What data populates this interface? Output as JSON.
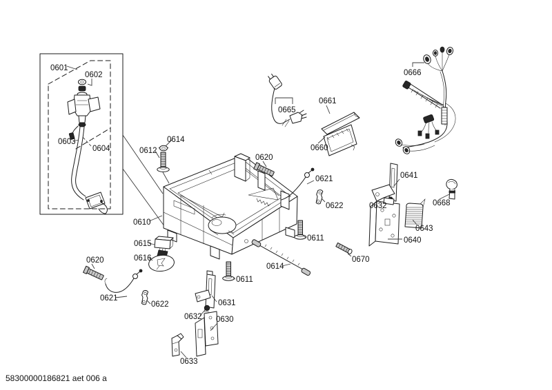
{
  "page": {
    "background": "#ffffff",
    "line_color": "#1a1a1a",
    "footer_code": "58300000186821 aet 006 a"
  },
  "labels": [
    "0601",
    "0602",
    "0603",
    "0604",
    "0614",
    "0612",
    "0665",
    "0661",
    "0660",
    "0666",
    "0620",
    "0621",
    "0622",
    "0641",
    "0668",
    "0632",
    "0643",
    "0640",
    "0610",
    "0611",
    "0615",
    "0616",
    "0670",
    "0614",
    "0620",
    "0611",
    "0621",
    "0622",
    "0631",
    "0632",
    "0630",
    "0633"
  ]
}
